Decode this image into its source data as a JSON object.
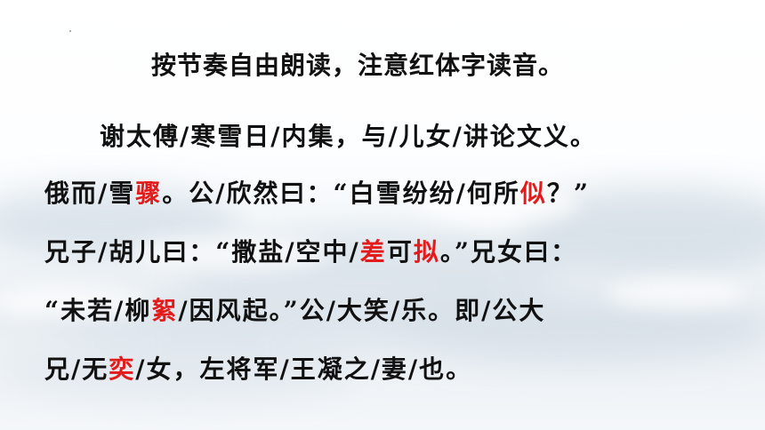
{
  "slide": {
    "instruction": "按节奏自由朗读，注意红体字读音。",
    "lines": [
      {
        "segments": [
          {
            "text": "谢太傅/寒雪日/内集，与/儿女/讲论文义。"
          }
        ]
      },
      {
        "segments": [
          {
            "text": "俄而/雪"
          },
          {
            "text": "骤",
            "highlight": true
          },
          {
            "text": "。公/欣然曰：“白雪纷纷/何所"
          },
          {
            "text": "似",
            "highlight": true
          },
          {
            "text": "？”"
          }
        ]
      },
      {
        "segments": [
          {
            "text": "兄子/胡儿曰：“撒盐/空中/"
          },
          {
            "text": "差",
            "highlight": true
          },
          {
            "text": "可"
          },
          {
            "text": "拟",
            "highlight": true
          },
          {
            "text": "。”兄女曰："
          }
        ]
      },
      {
        "segments": [
          {
            "text": "“未若/柳"
          },
          {
            "text": "絮",
            "highlight": true
          },
          {
            "text": "/因风起。”公/大笑/乐。即/公大"
          }
        ]
      },
      {
        "segments": [
          {
            "text": "兄/无"
          },
          {
            "text": "奕",
            "highlight": true
          },
          {
            "text": "/女，左将军/王凝之/妻/也。"
          }
        ]
      }
    ]
  },
  "colors": {
    "text": "#111111",
    "highlight": "#e21b1b"
  }
}
